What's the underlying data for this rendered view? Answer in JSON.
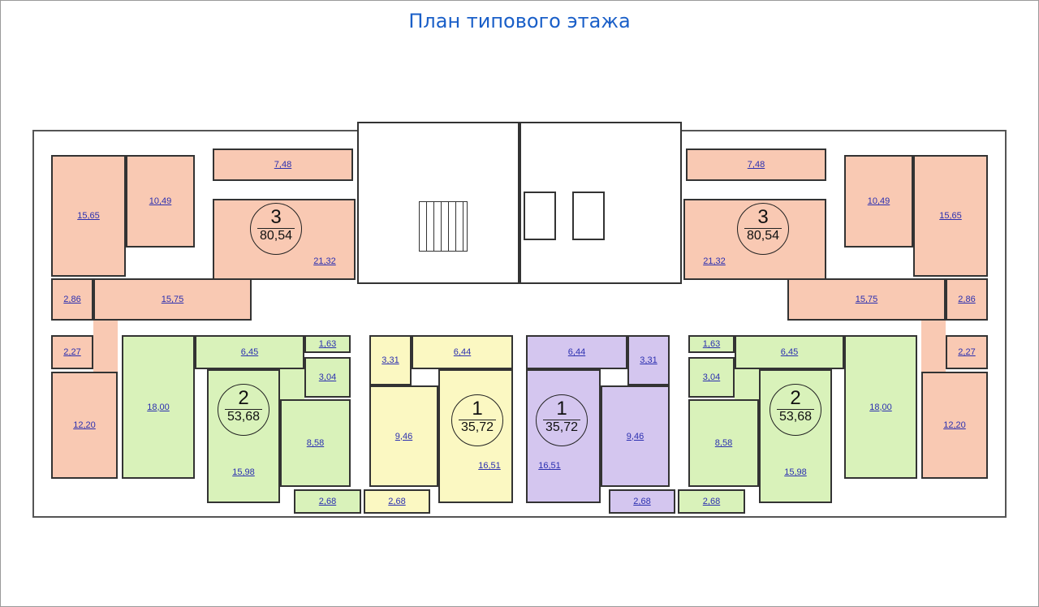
{
  "title": "План типового этажа",
  "colors": {
    "three_room": "#f9c9b3",
    "two_room": "#d9f2ba",
    "one_room_left": "#fbf8c2",
    "one_room_right": "#d4c6ef",
    "label": "#2b2fb0",
    "title": "#1a5fc8"
  },
  "apartments": [
    {
      "id": "left-3",
      "rooms_count": "3",
      "total_area": "80,54",
      "rooms": [
        "15,65",
        "10,49",
        "7,48",
        "21,32",
        "15,75",
        "2,86",
        "2,27",
        "12,20"
      ]
    },
    {
      "id": "left-2",
      "rooms_count": "2",
      "total_area": "53,68",
      "rooms": [
        "18,00",
        "6,45",
        "1,63",
        "3,04",
        "8,58",
        "15,98",
        "2,68"
      ]
    },
    {
      "id": "left-1",
      "rooms_count": "1",
      "total_area": "35,72",
      "rooms": [
        "3,31",
        "6,44",
        "9,46",
        "16,51",
        "2,68"
      ]
    },
    {
      "id": "right-1",
      "rooms_count": "1",
      "total_area": "35,72",
      "rooms": [
        "3,31",
        "6,44",
        "9,46",
        "16,51",
        "2,68"
      ]
    },
    {
      "id": "right-2",
      "rooms_count": "2",
      "total_area": "53,68",
      "rooms": [
        "18,00",
        "6,45",
        "1,63",
        "3,04",
        "8,58",
        "15,98",
        "2,68"
      ]
    },
    {
      "id": "right-3",
      "rooms_count": "3",
      "total_area": "80,54",
      "rooms": [
        "15,65",
        "10,49",
        "7,48",
        "21,32",
        "15,75",
        "2,86",
        "2,27",
        "12,20"
      ]
    }
  ]
}
